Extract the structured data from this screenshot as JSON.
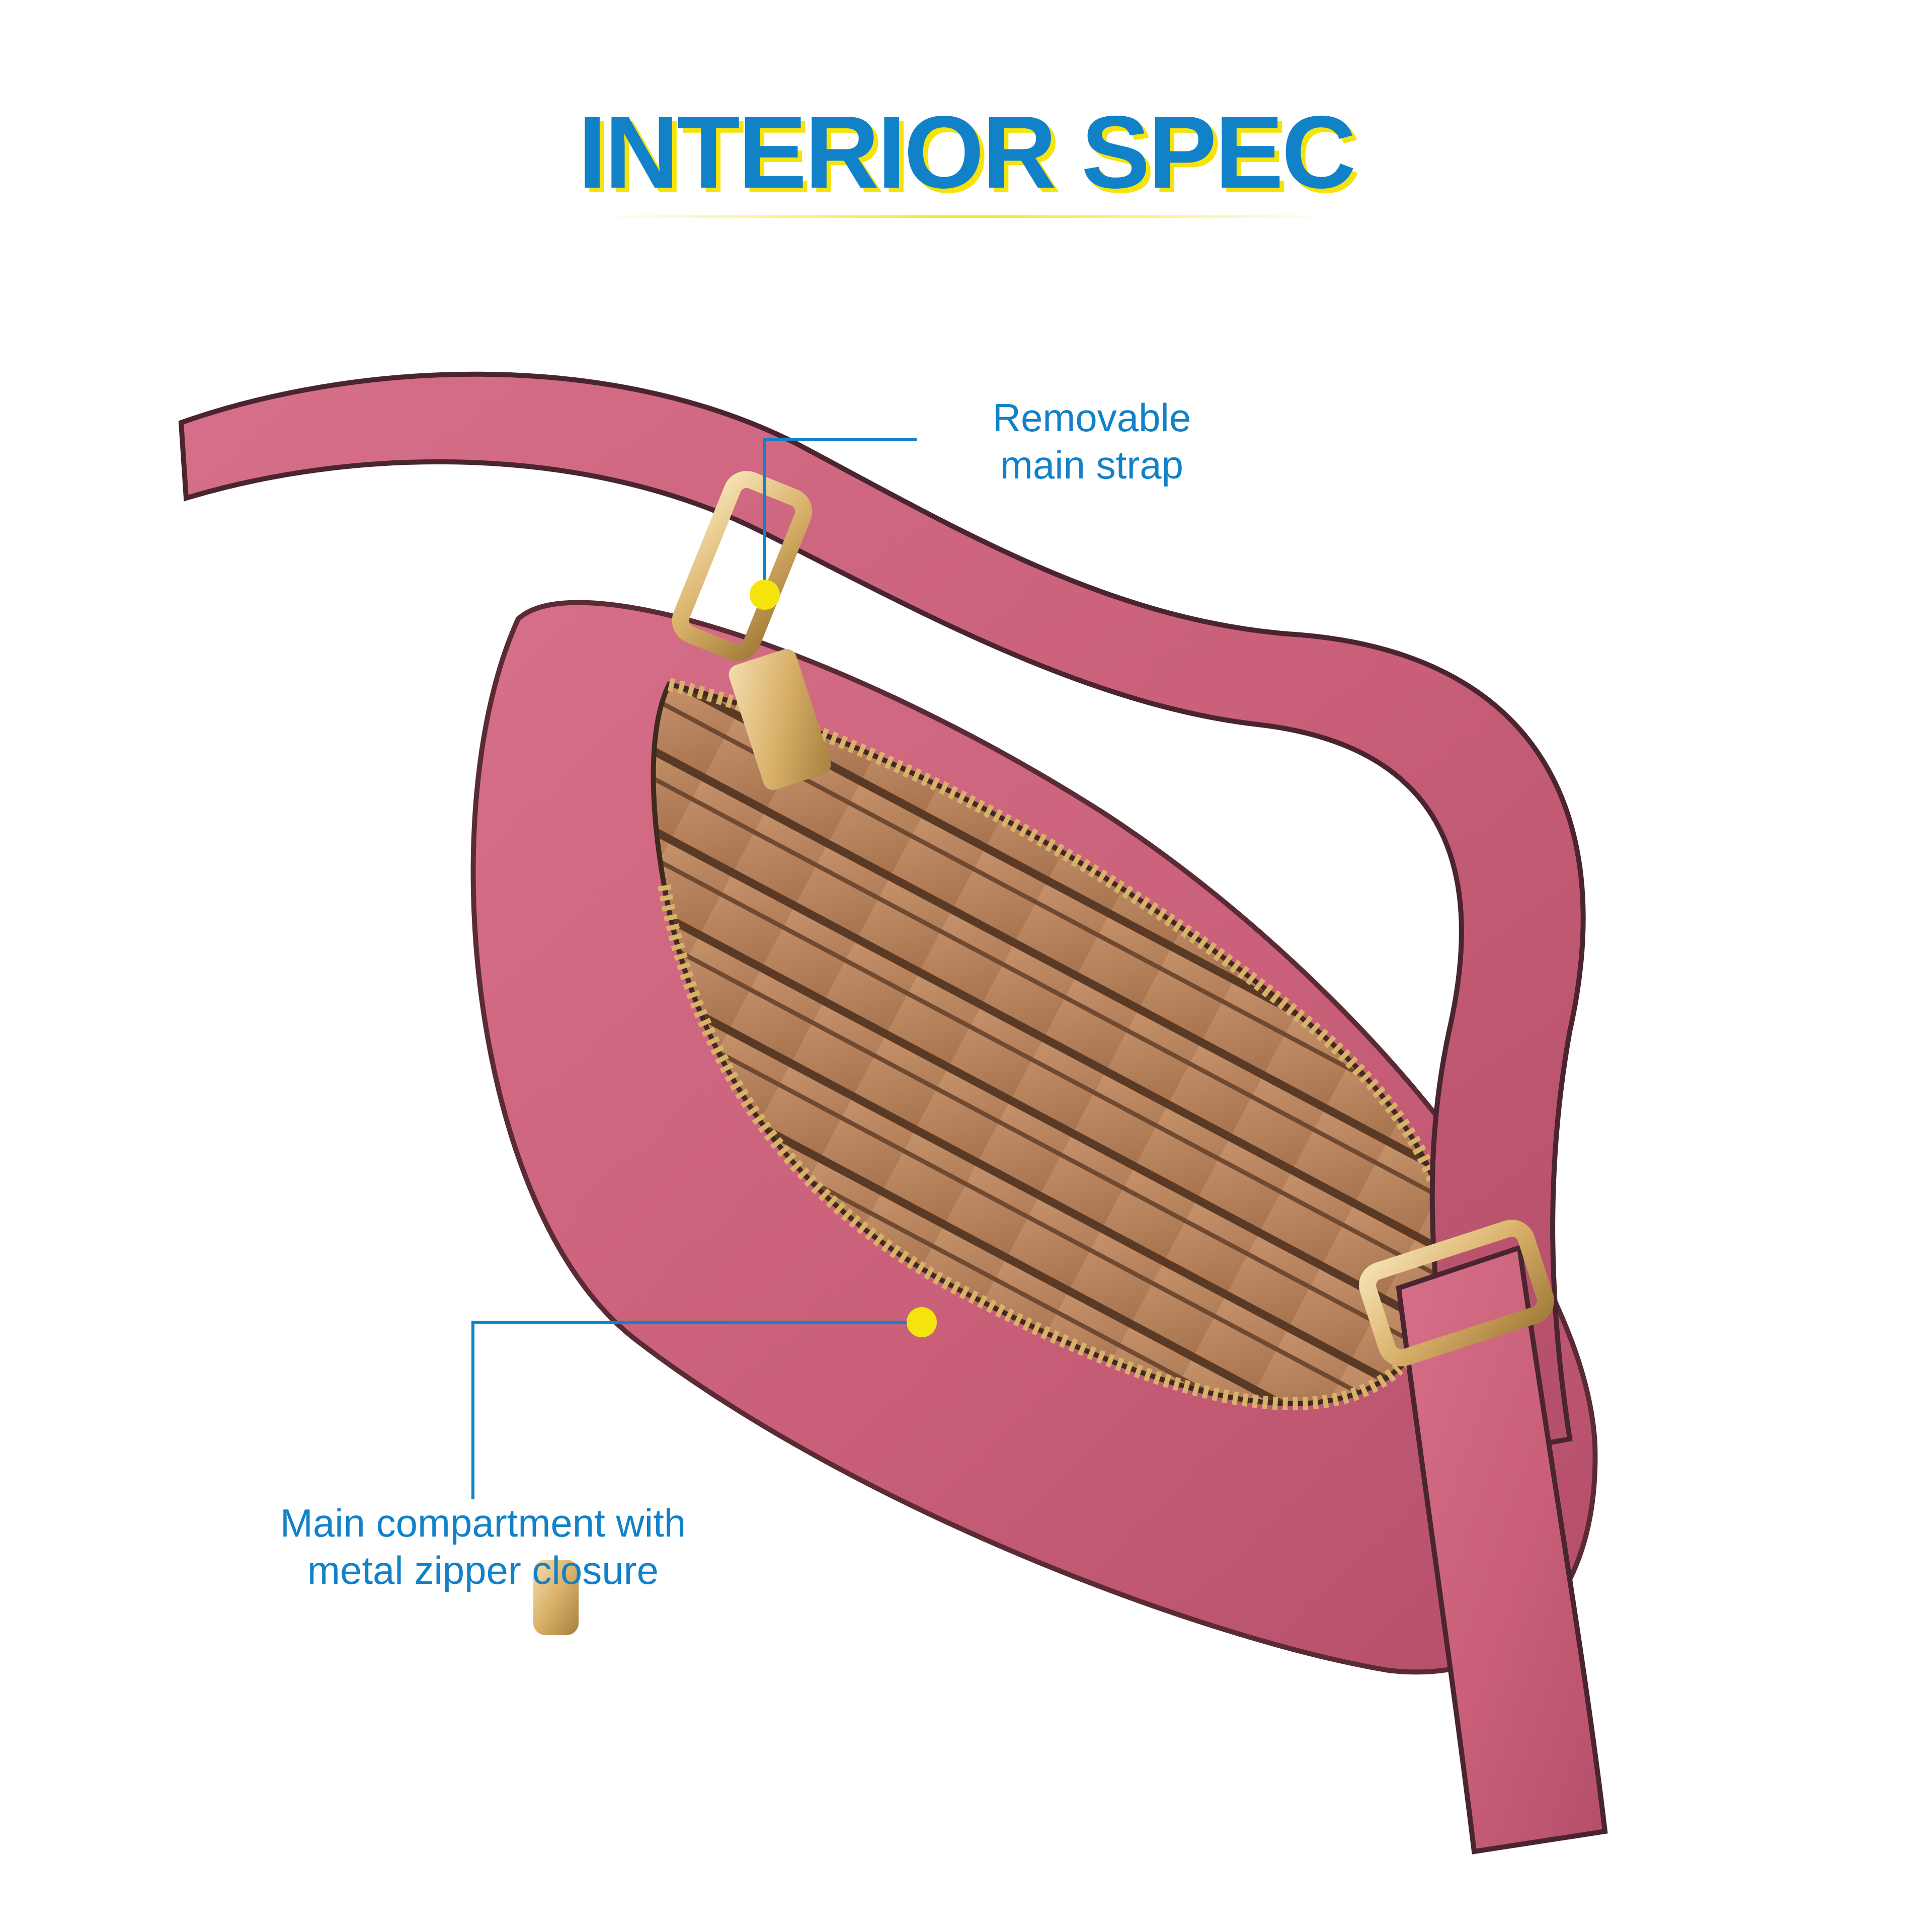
{
  "title": "INTERIOR SPEC",
  "colors": {
    "accent": "#1181c8",
    "highlight": "#f5e30c",
    "leather": "#c95f79",
    "lining": "#b8835f",
    "hardware": "#d9b16a"
  },
  "callouts": [
    {
      "line1": "Removable",
      "line2": "main strap"
    },
    {
      "line1": "Main compartment with",
      "line2": "metal zipper closure"
    }
  ]
}
